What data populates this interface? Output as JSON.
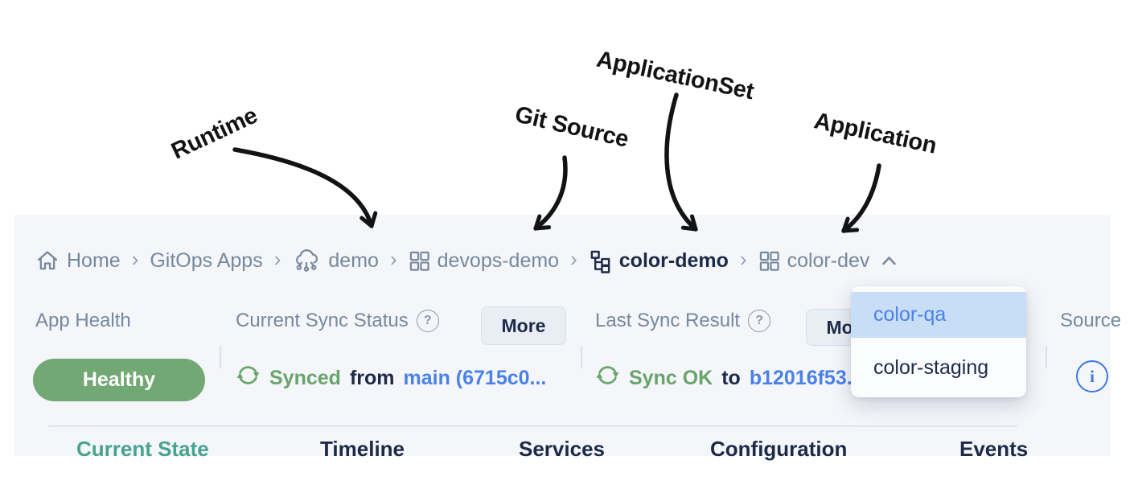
{
  "annotations": {
    "runtime": "Runtime",
    "git_source": "Git Source",
    "application_set": "ApplicationSet",
    "application": "Application"
  },
  "breadcrumb": {
    "separator": "›",
    "items": [
      {
        "label": "Home",
        "icon": "home-icon"
      },
      {
        "label": "GitOps Apps",
        "icon": null
      },
      {
        "label": "demo",
        "icon": "runtime-icon"
      },
      {
        "label": "devops-demo",
        "icon": "apps-grid-icon"
      },
      {
        "label": "color-demo",
        "icon": "applicationset-tree-icon"
      },
      {
        "label": "color-dev",
        "icon": "apps-grid-icon"
      }
    ]
  },
  "app_dropdown": {
    "items": [
      {
        "label": "color-qa",
        "selected": true
      },
      {
        "label": "color-staging",
        "selected": false
      }
    ]
  },
  "status_bar": {
    "app_health": {
      "label": "App Health",
      "value": "Healthy"
    },
    "current_sync": {
      "label": "Current Sync Status",
      "more_label": "More",
      "status": "Synced",
      "connector": "from",
      "revision": "main (6715c0..."
    },
    "last_sync": {
      "label": "Last Sync Result",
      "more_label": "More",
      "status": "Sync OK",
      "connector": "to",
      "revision": "b12016f53..."
    },
    "source": {
      "label": "Source"
    }
  },
  "icons": {
    "help_glyph": "?",
    "info_glyph": "i"
  },
  "tabs": [
    {
      "label": "Current State",
      "active": true
    },
    {
      "label": "Timeline",
      "active": false
    },
    {
      "label": "Services",
      "active": false
    },
    {
      "label": "Configuration",
      "active": false
    },
    {
      "label": "Events",
      "active": false
    }
  ],
  "colors": {
    "panel_bg": "#f5f6fa",
    "healthy_green": "#72a873",
    "sync_green": "#68a46b",
    "link_blue": "#4a81e8",
    "navy": "#1c2a47",
    "slate": "#76889e",
    "active_tab_teal": "#46a38f",
    "dropdown_highlight": "#c8ddf6"
  }
}
